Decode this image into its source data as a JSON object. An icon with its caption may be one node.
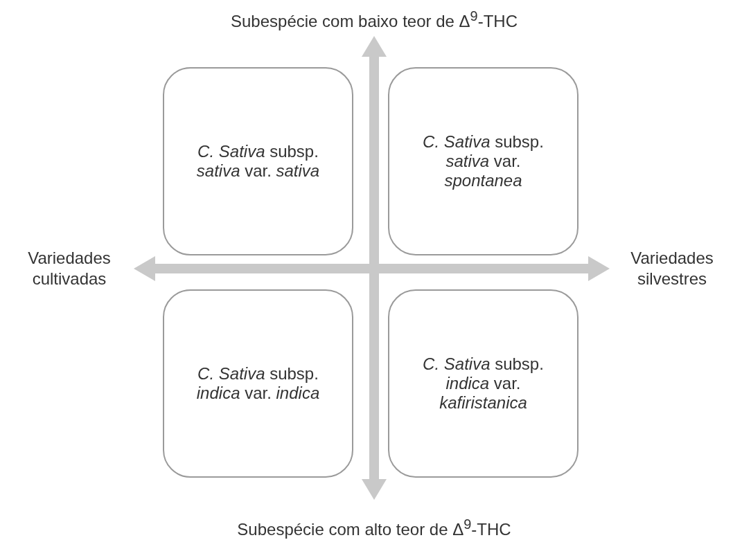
{
  "diagram": {
    "nodes": [
      {
        "text": [
          "*C. Sativa* subsp. *sativa* var. *sativa*"
        ]
      },
      {
        "text": [
          "*C. Sativa* subsp. *sativa* var. *spontanea*"
        ]
      },
      {
        "text": [
          "*C. Sativa* subsp. *indica* var. *indica*"
        ]
      },
      {
        "text": [
          "*C. Sativa* subsp. *indica* var. *kafiristanica*"
        ]
      }
    ],
    "labels": [
      "Subespécie com baixo teor de Δ$^{9}$-THC",
      "Variedades cultivadas",
      "Variedades silvestres",
      "Subespécie com alto teor de Δ$^{9}$-THC"
    ]
  }
}
